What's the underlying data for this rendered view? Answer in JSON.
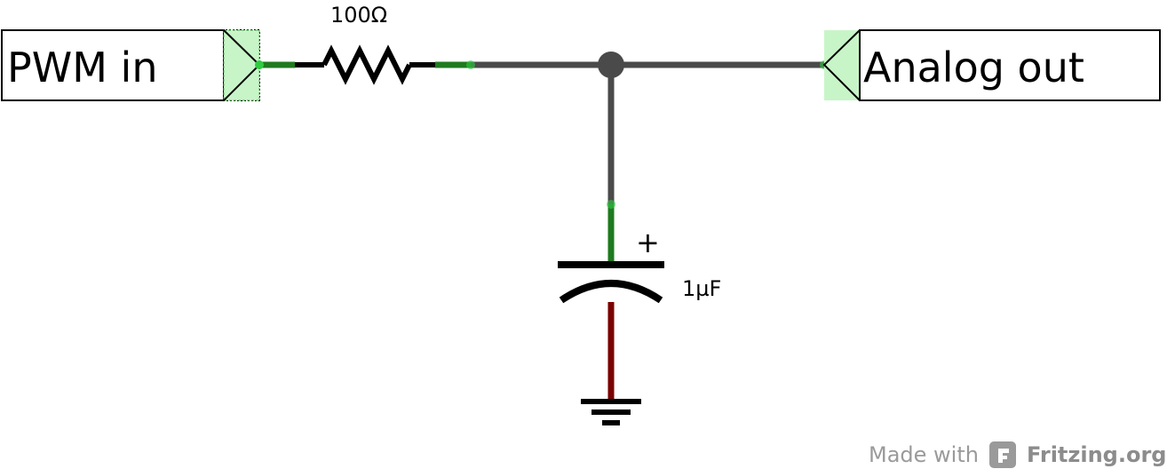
{
  "diagram": {
    "type": "circuit-schematic",
    "ports": [
      {
        "id": "pwm_in",
        "label": "PWM in"
      },
      {
        "id": "analog_out",
        "label": "Analog out"
      }
    ],
    "components": [
      {
        "id": "R1",
        "kind": "resistor",
        "value_label": "100Ω"
      },
      {
        "id": "C1",
        "kind": "polarized-capacitor",
        "value_label": "1µF",
        "polarity_label": "+"
      },
      {
        "id": "GND",
        "kind": "ground"
      }
    ],
    "connections": [
      [
        "pwm_in",
        "R1"
      ],
      [
        "R1",
        "junction"
      ],
      [
        "junction",
        "analog_out"
      ],
      [
        "junction",
        "C1+"
      ],
      [
        "C1-",
        "GND"
      ]
    ]
  },
  "watermark": {
    "prefix": "Made with",
    "brand": "Fritzing.org"
  },
  "colors": {
    "wire": "#4a4a4a",
    "component": "#000000",
    "connector_highlight": "#c8f5c8",
    "connected_green": "#1f7a1f",
    "unconnected_red": "#7a0000",
    "watermark": "#9a9a9a"
  }
}
